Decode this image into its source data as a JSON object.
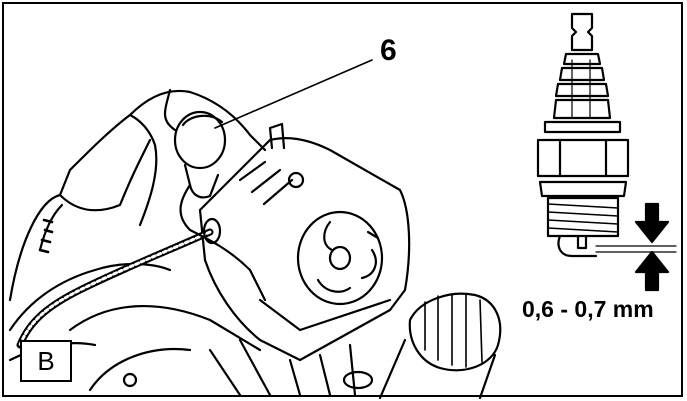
{
  "figure": {
    "badge": "B",
    "callout_number": "6",
    "gap_measurement": "0,6 - 0,7 mm"
  },
  "colors": {
    "line": "#000000",
    "background": "#ffffff"
  },
  "icons": [
    "spark-plug-icon",
    "arrow-down-icon",
    "arrow-up-icon"
  ]
}
